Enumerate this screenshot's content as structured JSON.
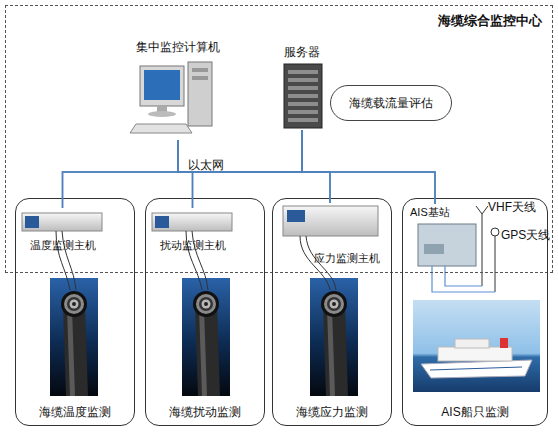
{
  "diagram": {
    "nodes": [
      {
        "text": [
          "海缆综合监控中心"
        ]
      },
      {
        "text": [
          "集中监控计算机"
        ],
        "in": 0
      },
      {
        "text": [
          "服务器"
        ],
        "in": 0
      },
      {
        "text": [
          "海缆载流量评估"
        ],
        "in": 0
      },
      {
        "text": [
          "海缆温度监测"
        ]
      },
      {
        "text": [
          "温度监测主机"
        ],
        "in": 4
      },
      {
        "text": [
          "海缆扰动监测"
        ]
      },
      {
        "text": [
          "扰动监测主机"
        ],
        "in": 6
      },
      {
        "text": [
          "海缆应力监测"
        ]
      },
      {
        "text": [
          "应力监测主机"
        ],
        "in": 8
      },
      {
        "text": [
          "AIS船只监测"
        ]
      },
      {
        "text": [
          "AIS基站"
        ],
        "in": 10
      }
    ],
    "edges": [
      {
        "from": 1,
        "to": 5,
        "arrow": "none"
      },
      {
        "from": 1,
        "to": 7,
        "arrow": "none"
      },
      {
        "from": 1,
        "to": 9,
        "arrow": "none"
      },
      {
        "from": 1,
        "to": 11,
        "arrow": "none"
      },
      {
        "from": 2,
        "to": 5,
        "arrow": "none"
      },
      {
        "from": 2,
        "to": 7,
        "arrow": "none"
      },
      {
        "from": 2,
        "to": 9,
        "arrow": "none"
      },
      {
        "from": 2,
        "to": 11,
        "arrow": "none"
      }
    ],
    "labels": [
      "以太网",
      "VHF天线",
      "GPS天线"
    ]
  }
}
